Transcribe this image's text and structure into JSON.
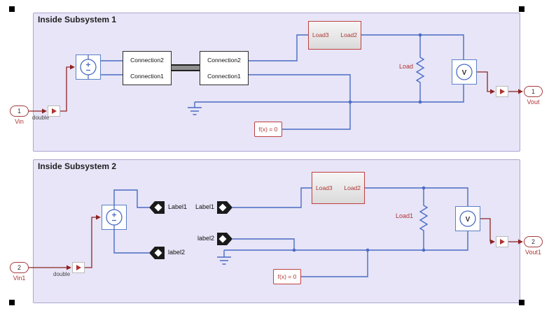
{
  "s1": {
    "title": "Inside Subsystem 1",
    "inport": {
      "number": "1",
      "name": "Vin",
      "type_label": "double"
    },
    "outport": {
      "number": "1",
      "name": "Vout"
    },
    "conn_left": {
      "row1": "Connection2",
      "row2": "Connection1"
    },
    "conn_right": {
      "row1": "Connection2",
      "row2": "Connection1"
    },
    "load": {
      "left": "Load3",
      "right": "Load2"
    },
    "resistor": "Load",
    "solver": "f(x) = 0",
    "voltmeter": "V"
  },
  "s2": {
    "title": "Inside Subsystem 2",
    "inport": {
      "number": "2",
      "name": "Vin1",
      "type_label": "double"
    },
    "outport": {
      "number": "2",
      "name": "Vout1"
    },
    "goto1": "Label1",
    "goto2": "label2",
    "from1": "Label1",
    "from2": "label2",
    "load": {
      "left": "Load3",
      "right": "Load2"
    },
    "resistor": "Load1",
    "solver": "f(x) = 0",
    "voltmeter": "V"
  }
}
